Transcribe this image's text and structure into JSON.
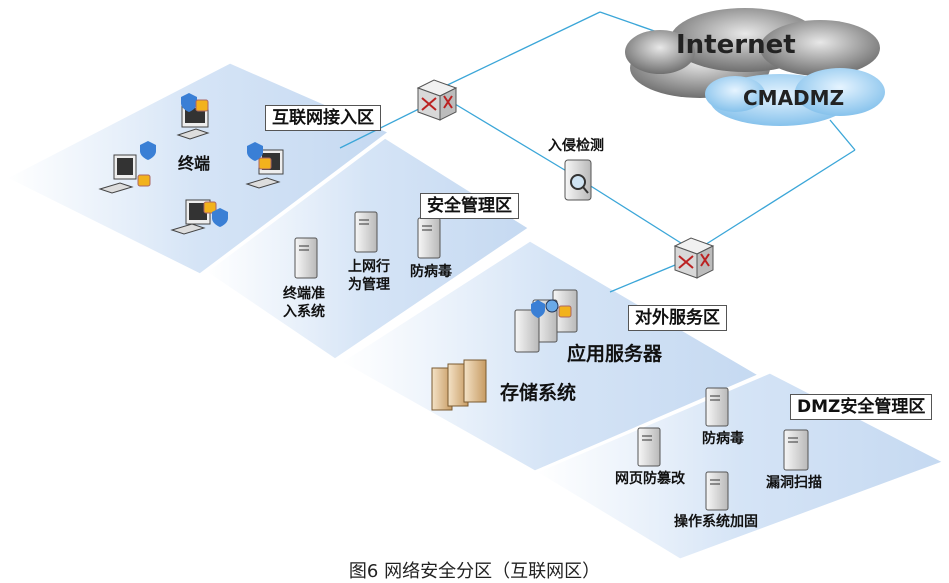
{
  "zones": {
    "internet_access": "互联网接入区",
    "security_mgmt": "安全管理区",
    "external_service": "对外服务区",
    "dmz_security_mgmt": "DMZ安全管理区"
  },
  "cloud": {
    "internet": "Internet",
    "cmadmz": "CMADMZ"
  },
  "labels": {
    "terminal": "终端",
    "ids": "入侵检测",
    "terminal_access_line1": "终端准",
    "terminal_access_line2": "入系统",
    "behavior_mgmt_line1": "上网行",
    "behavior_mgmt_line2": "为管理",
    "antivirus": "防病毒",
    "app_server": "应用服务器",
    "storage": "存储系统",
    "dmz_antivirus": "防病毒",
    "web_tamper": "网页防篡改",
    "vuln_scan": "漏洞扫描",
    "os_hardening": "操作系统加固"
  },
  "caption": "图6 网络安全分区（互联网区）",
  "colors": {
    "zone_fill": "#dce8f7",
    "zone_edge": "#ffffff",
    "link": "#3ba6d8",
    "cloud_dark": "#6b6b6b",
    "cloud_blue": "#9ccdf0",
    "text": "#111111"
  }
}
